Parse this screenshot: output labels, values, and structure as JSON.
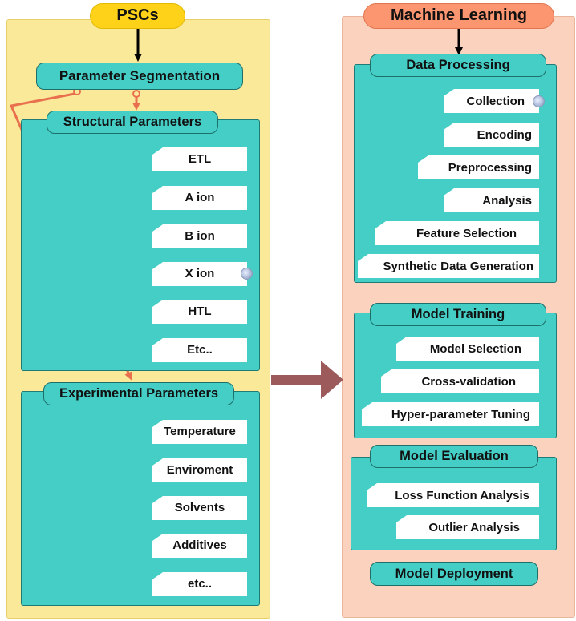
{
  "psc": {
    "title": "PSCs",
    "segmentation": "Parameter Segmentation",
    "structural": {
      "title": "Structural Parameters",
      "items": [
        "ETL",
        "A ion",
        "B ion",
        "X ion",
        "HTL",
        "Etc.."
      ]
    },
    "experimental": {
      "title": "Experimental Parameters",
      "items": [
        "Temperature",
        "Enviroment",
        "Solvents",
        "Additives",
        "etc.."
      ]
    }
  },
  "ml": {
    "title": "Machine Learning",
    "data_processing": {
      "title": "Data Processing",
      "items": [
        "Collection",
        "Encoding",
        "Preprocessing",
        "Analysis",
        "Feature Selection",
        "Synthetic Data Generation"
      ]
    },
    "model_training": {
      "title": "Model Training",
      "items": [
        "Model Selection",
        "Cross-validation",
        "Hyper-parameter Tuning"
      ]
    },
    "model_evaluation": {
      "title": "Model Evaluation",
      "items": [
        "Loss Function Analysis",
        "Outlier Analysis"
      ]
    },
    "model_deployment": "Model Deployment"
  },
  "colors": {
    "left_panel": "#fbe99a",
    "right_panel": "#fbd2bd",
    "teal": "#45cec6",
    "pscs_pill": "#ffd21a",
    "ml_pill": "#fb9670",
    "connector": "#e8704e",
    "big_arrow": "#9c5a5a"
  },
  "icons": [
    "globe-icon"
  ]
}
